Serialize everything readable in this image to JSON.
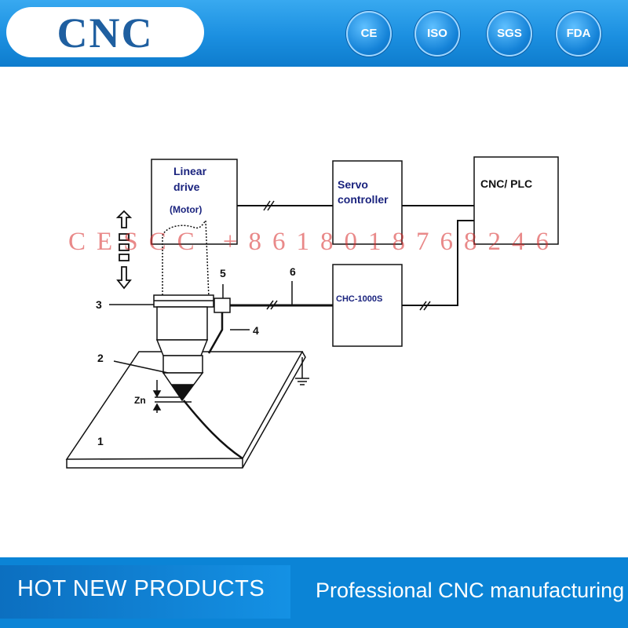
{
  "header": {
    "logo": "CNC",
    "badges": [
      "CE",
      "ISO",
      "SGS",
      "FDA"
    ]
  },
  "diagram": {
    "boxes": {
      "linear_drive_line1": "Linear",
      "linear_drive_line2": "drive",
      "linear_drive_motor": "(Motor)",
      "servo_line1": "Servo",
      "servo_line2": "controller",
      "cnc_plc": "CNC/ PLC",
      "chc": "CHC-1000S"
    },
    "labels": {
      "n1": "1",
      "n2": "2",
      "n3": "3",
      "n4": "4",
      "n5": "5",
      "n6": "6",
      "zn": "Zn"
    }
  },
  "watermark": "CESCC +8618018768246",
  "footer": {
    "left": "HOT NEW PRODUCTS",
    "right": "Professional CNC manufacturing"
  },
  "colors": {
    "brand_blue": "#1b8fe0",
    "logo_text": "#1f5fa0",
    "box_text": "#1a237e",
    "watermark": "#d72828"
  }
}
